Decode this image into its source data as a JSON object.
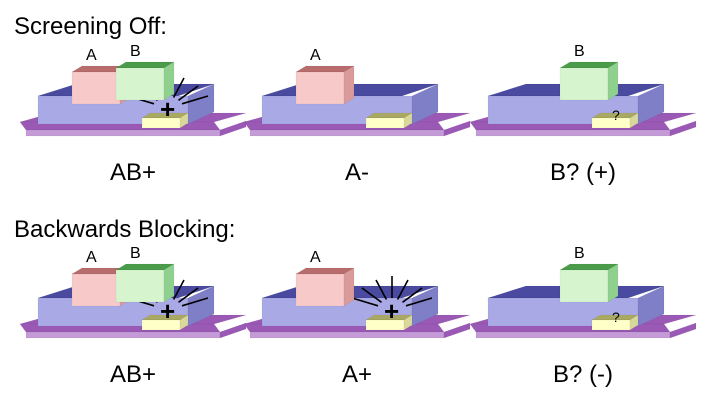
{
  "rows": [
    {
      "title": "Screening Off:",
      "panels": [
        {
          "caption": "AB+",
          "blocks": [
            "A",
            "B"
          ],
          "detector": "active",
          "detector_mark": "+"
        },
        {
          "caption": "A-",
          "blocks": [
            "A"
          ],
          "detector": "inactive",
          "detector_mark": ""
        },
        {
          "caption": "B? (+)",
          "blocks": [
            "B"
          ],
          "detector": "unknown",
          "detector_mark": "?"
        }
      ]
    },
    {
      "title": "Backwards Blocking:",
      "panels": [
        {
          "caption": "AB+",
          "blocks": [
            "A",
            "B"
          ],
          "detector": "active",
          "detector_mark": "+"
        },
        {
          "caption": "A+",
          "blocks": [
            "A"
          ],
          "detector": "active",
          "detector_mark": "+"
        },
        {
          "caption": "B? (-)",
          "blocks": [
            "B"
          ],
          "detector": "unknown",
          "detector_mark": "?"
        }
      ]
    }
  ],
  "colors": {
    "base_top": "#9b59b6",
    "base_front": "#c49bd6",
    "platform_top": "#4a4aa0",
    "platform_front": "#a9a9e6",
    "platform_side": "#7f7fc7",
    "block_a_front": "#f7c9c9",
    "block_a_top": "#b86c6c",
    "block_a_side": "#d99a9a",
    "block_b_front": "#d6f5cf",
    "block_b_top": "#4a9c4a",
    "block_b_side": "#8fd08f",
    "detector_top": "#a9a963",
    "detector_front": "#ffffc8",
    "detector_side": "#d8d89a"
  }
}
